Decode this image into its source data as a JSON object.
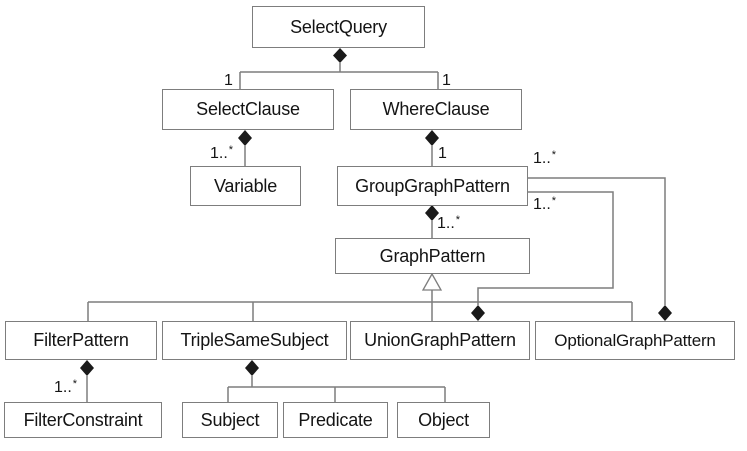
{
  "diagram": {
    "type": "uml-class-diagram",
    "colors": {
      "background": "#ffffff",
      "box_fill": "#ffffff",
      "box_border": "#7d7d7d",
      "line": "#7d7d7d",
      "diamond": "#1a1a1a",
      "text": "#141414"
    },
    "classes": [
      {
        "id": "select-query",
        "label": "SelectQuery"
      },
      {
        "id": "select-clause",
        "label": "SelectClause"
      },
      {
        "id": "where-clause",
        "label": "WhereClause"
      },
      {
        "id": "variable",
        "label": "Variable"
      },
      {
        "id": "group-graph-pattern",
        "label": "GroupGraphPattern"
      },
      {
        "id": "graph-pattern",
        "label": "GraphPattern"
      },
      {
        "id": "filter-pattern",
        "label": "FilterPattern"
      },
      {
        "id": "triple-same-subject",
        "label": "TripleSameSubject"
      },
      {
        "id": "union-graph-pattern",
        "label": "UnionGraphPattern"
      },
      {
        "id": "optional-graph-pattern",
        "label": "OptionalGraphPattern"
      },
      {
        "id": "filter-constraint",
        "label": "FilterConstraint"
      },
      {
        "id": "subject",
        "label": "Subject"
      },
      {
        "id": "predicate",
        "label": "Predicate"
      },
      {
        "id": "object",
        "label": "Object"
      }
    ],
    "relationships": [
      {
        "from": "SelectQuery",
        "to": "SelectClause",
        "type": "composition",
        "mult_base": "1",
        "mult_star": ""
      },
      {
        "from": "SelectQuery",
        "to": "WhereClause",
        "type": "composition",
        "mult_base": "1",
        "mult_star": ""
      },
      {
        "from": "SelectClause",
        "to": "Variable",
        "type": "composition",
        "mult_base": "1..",
        "mult_star": "*"
      },
      {
        "from": "WhereClause",
        "to": "GroupGraphPattern",
        "type": "composition",
        "mult_base": "1",
        "mult_star": ""
      },
      {
        "from": "GroupGraphPattern",
        "to": "GraphPattern",
        "type": "composition",
        "mult_base": "1..",
        "mult_star": "*"
      },
      {
        "from": "GroupGraphPattern",
        "to": "OptionalGraphPattern",
        "type": "composition",
        "mult_base": "1..",
        "mult_star": "*"
      },
      {
        "from": "GroupGraphPattern",
        "to": "UnionGraphPattern",
        "type": "composition",
        "mult_base": "1..",
        "mult_star": "*"
      },
      {
        "from": "FilterPattern",
        "to": "FilterConstraint",
        "type": "composition",
        "mult_base": "1..",
        "mult_star": "*"
      },
      {
        "from": "GraphPattern",
        "to": "FilterPattern, TripleSameSubject, UnionGraphPattern, OptionalGraphPattern",
        "type": "generalization",
        "mult_base": "",
        "mult_star": ""
      },
      {
        "from": "TripleSameSubject",
        "to": "Subject, Predicate, Object",
        "type": "composition",
        "mult_base": "",
        "mult_star": ""
      }
    ]
  }
}
